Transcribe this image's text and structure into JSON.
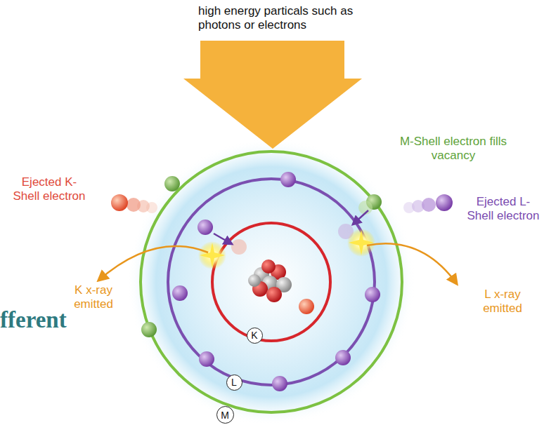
{
  "diagram": {
    "nodes": [
      {
        "text": [
          "K"
        ]
      },
      {
        "text": [
          "L"
        ]
      },
      {
        "text": [
          "M"
        ]
      }
    ],
    "labels": [
      "high energy particals such as photons or electrons",
      "Ejected K-Shell electron",
      "M-Shell electron fills vacancy",
      "Ejected L-Shell electron",
      "K x-ray emitted",
      "L x-ray emitted",
      "fferent"
    ]
  }
}
